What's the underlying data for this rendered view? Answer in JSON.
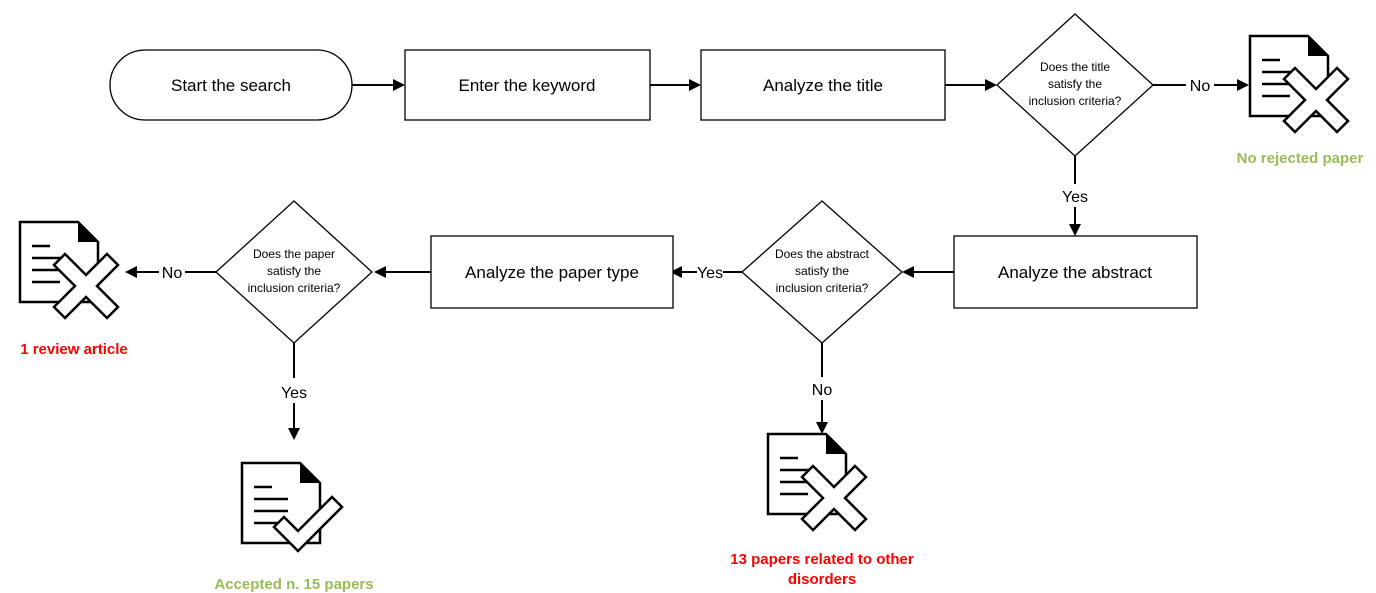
{
  "nodes": {
    "start": "Start the search",
    "enter_keyword": "Enter the keyword",
    "analyze_title": "Analyze the title",
    "decision_title": [
      "Does the title",
      "satisfy the",
      "inclusion criteria?"
    ],
    "analyze_abstract": "Analyze the abstract",
    "decision_abstract": [
      "Does the abstract",
      "satisfy the",
      "inclusion criteria?"
    ],
    "analyze_paper_type": "Analyze the paper type",
    "decision_paper": [
      "Does the paper",
      "satisfy the",
      "inclusion criteria?"
    ]
  },
  "edges": {
    "yes": "Yes",
    "no": "No"
  },
  "outcomes": {
    "title_rejected": "No rejected paper",
    "review_rejected": "1 review article",
    "accepted": "Accepted n. 15  papers",
    "abstract_rejected": [
      "13 papers related to other",
      "disorders"
    ]
  },
  "colors": {
    "accepted": "#9bbb59",
    "rejected": "#ff0000",
    "stroke": "#000000"
  },
  "icons": {
    "rejected": "document-cross-icon",
    "accepted": "document-check-icon"
  }
}
